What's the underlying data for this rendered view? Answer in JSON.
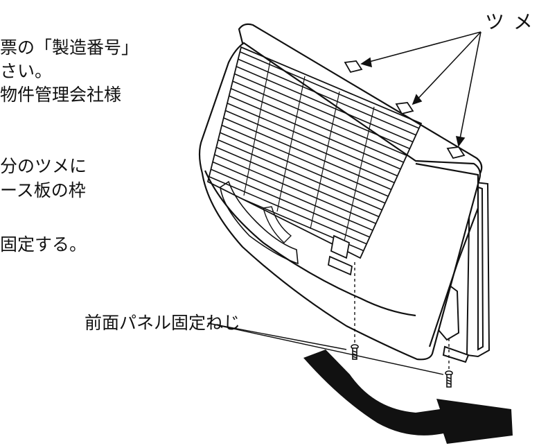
{
  "text_lines": [
    "票の「製造番号」",
    "さい。",
    "物件管理会社様",
    "分のツメに",
    "ース板の枠",
    "固定する。"
  ],
  "labels": {
    "tsume": "ツ メ",
    "screw": "前面パネル固定ねじ"
  },
  "icons": {
    "unit": "ventilation-unit-illustration",
    "screw": "screw-icon",
    "arrow": "rotation-arrow-icon"
  }
}
